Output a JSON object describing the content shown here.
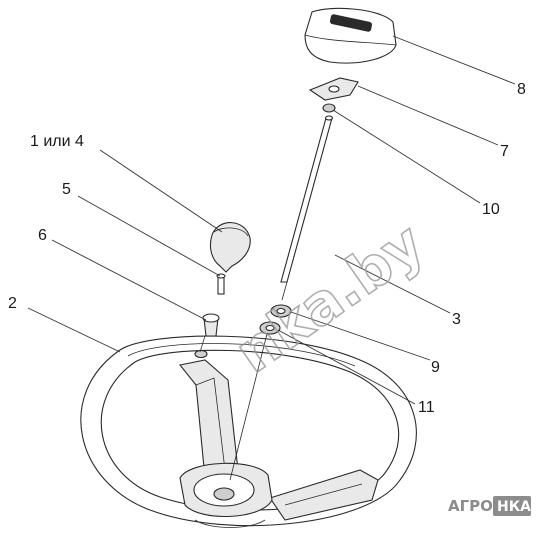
{
  "callouts": [
    {
      "id": "c1",
      "text": "1 или 4"
    },
    {
      "id": "c2",
      "text": "2"
    },
    {
      "id": "c3",
      "text": "3"
    },
    {
      "id": "c5",
      "text": "5"
    },
    {
      "id": "c6",
      "text": "6"
    },
    {
      "id": "c7",
      "text": "7"
    },
    {
      "id": "c8",
      "text": "8"
    },
    {
      "id": "c9",
      "text": "9"
    },
    {
      "id": "c10",
      "text": "10"
    },
    {
      "id": "c11",
      "text": "11"
    }
  ],
  "watermark": "nka.by",
  "logo": {
    "left": "АГРО",
    "right": "НКА"
  }
}
